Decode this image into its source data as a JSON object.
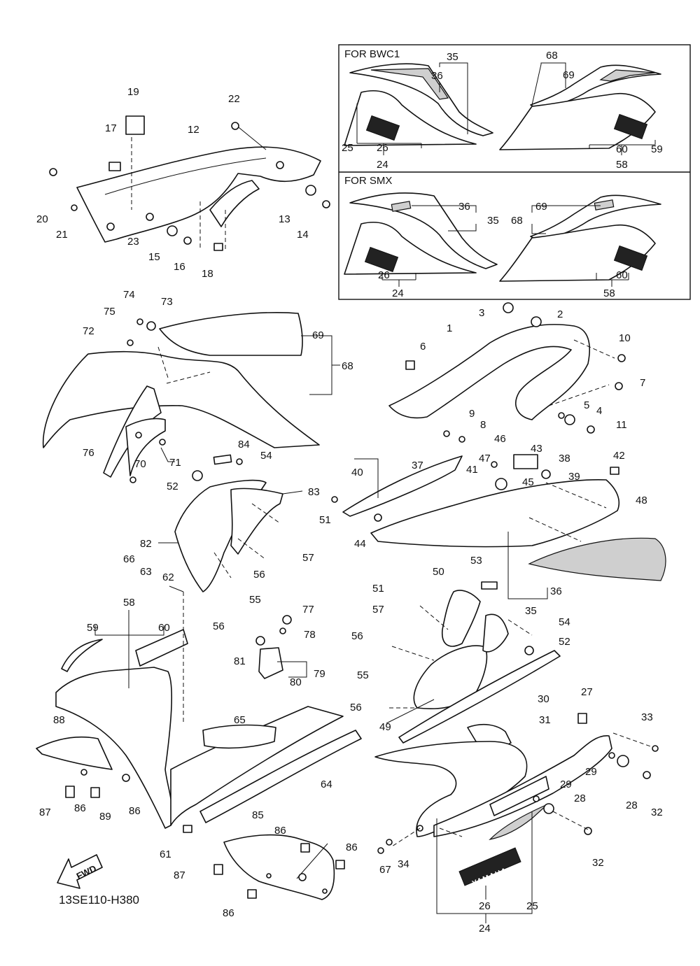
{
  "diagram": {
    "code": "13SE110-H380",
    "fwd_label": "FWD",
    "variants": {
      "bwc1_title": "FOR BWC1",
      "smx_title": "FOR SMX"
    },
    "decal_text": "YAMAHA",
    "callouts": {
      "n1": "1",
      "n2": "2",
      "n3": "3",
      "n4": "4",
      "n5": "5",
      "n6": "6",
      "n7": "7",
      "n8": "8",
      "n9": "9",
      "n10": "10",
      "n11": "11",
      "n12": "12",
      "n13": "13",
      "n14": "14",
      "n15": "15",
      "n16": "16",
      "n17": "17",
      "n18": "18",
      "n19": "19",
      "n20": "20",
      "n21": "21",
      "n22": "22",
      "n23": "23",
      "n24": "24",
      "n25": "25",
      "n26": "26",
      "n27": "27",
      "n28": "28",
      "n29": "29",
      "n30": "30",
      "n31": "31",
      "n32": "32",
      "n33": "33",
      "n34": "34",
      "n35": "35",
      "n36": "36",
      "n37": "37",
      "n38": "38",
      "n39": "39",
      "n40": "40",
      "n41": "41",
      "n42": "42",
      "n43": "43",
      "n44": "44",
      "n45": "45",
      "n46": "46",
      "n47": "47",
      "n48": "48",
      "n49": "49",
      "n50": "50",
      "n51": "51",
      "n52": "52",
      "n53": "53",
      "n54": "54",
      "n55": "55",
      "n56": "56",
      "n57": "57",
      "n58": "58",
      "n59": "59",
      "n60": "60",
      "n61": "61",
      "n62": "62",
      "n63": "63",
      "n64": "64",
      "n65": "65",
      "n66": "66",
      "n67": "67",
      "n68": "68",
      "n69": "69",
      "n70": "70",
      "n71": "71",
      "n72": "72",
      "n73": "73",
      "n74": "74",
      "n75": "75",
      "n76": "76",
      "n77": "77",
      "n78": "78",
      "n79": "79",
      "n80": "80",
      "n81": "81",
      "n82": "82",
      "n83": "83",
      "n84": "84",
      "n85": "85",
      "n86": "86",
      "n87": "87",
      "n88": "88",
      "n89": "89"
    }
  }
}
